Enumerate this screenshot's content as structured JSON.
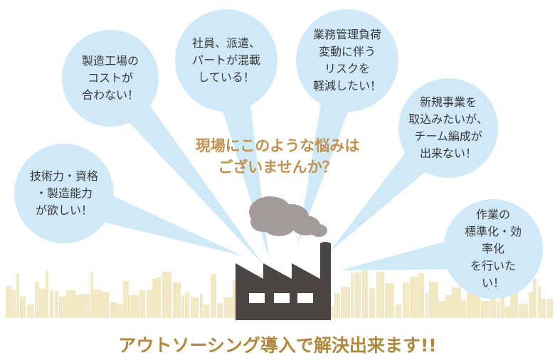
{
  "question": "現場にこのような悩みは\nございませんか？",
  "bubbles": [
    {
      "text": "製造工場の\nコストが\n合わない！"
    },
    {
      "text": "社員、派遣、\nパートが混載\nしている！"
    },
    {
      "text": "業務管理負荷\n変動に伴う\nリスクを\n軽減したい！"
    },
    {
      "text": "新規事業を\n取込みたいが、\nチーム編成が\n出来ない！"
    },
    {
      "text": "作業の\n標準化・効率化\nを行いたい！"
    },
    {
      "text": "技術力・資格\n・製造能力\nが欲しい！"
    }
  ],
  "headline": "アウトソーシング導入で解決出来ます!!",
  "colors": {
    "bubble": "#cfe9f8",
    "factory": "#4b4543",
    "smoke": "#a19c9a",
    "skyline": "#f2e8c4",
    "question": "#c4904e",
    "headline": "#b0893c"
  }
}
